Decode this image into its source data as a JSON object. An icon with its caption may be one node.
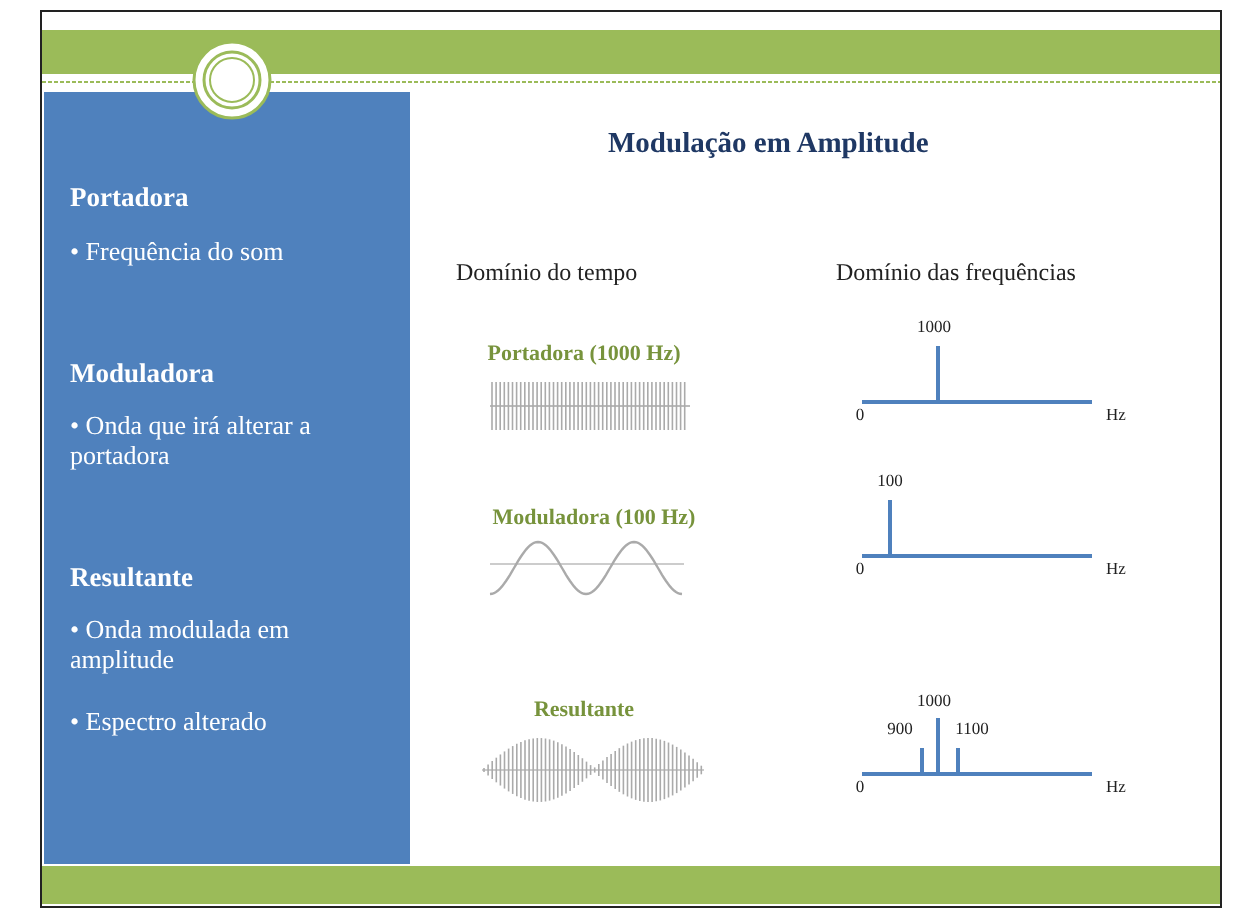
{
  "diagram": {
    "title": "Modulação em Amplitude",
    "labels": [
      "Portadora",
      "• Frequência do som",
      "Moduladora",
      "• Onda que irá alterar a portadora",
      "Resultante",
      "• Onda modulada em amplitude",
      "• Espectro alterado",
      "Domínio do tempo",
      "Domínio das frequências",
      "Portadora (1000 Hz)",
      "1000",
      "0",
      "Hz",
      "Moduladora (100 Hz)",
      "100",
      "0",
      "Hz",
      "Resultante",
      "900",
      "1000",
      "1100",
      "0",
      "Hz"
    ]
  }
}
